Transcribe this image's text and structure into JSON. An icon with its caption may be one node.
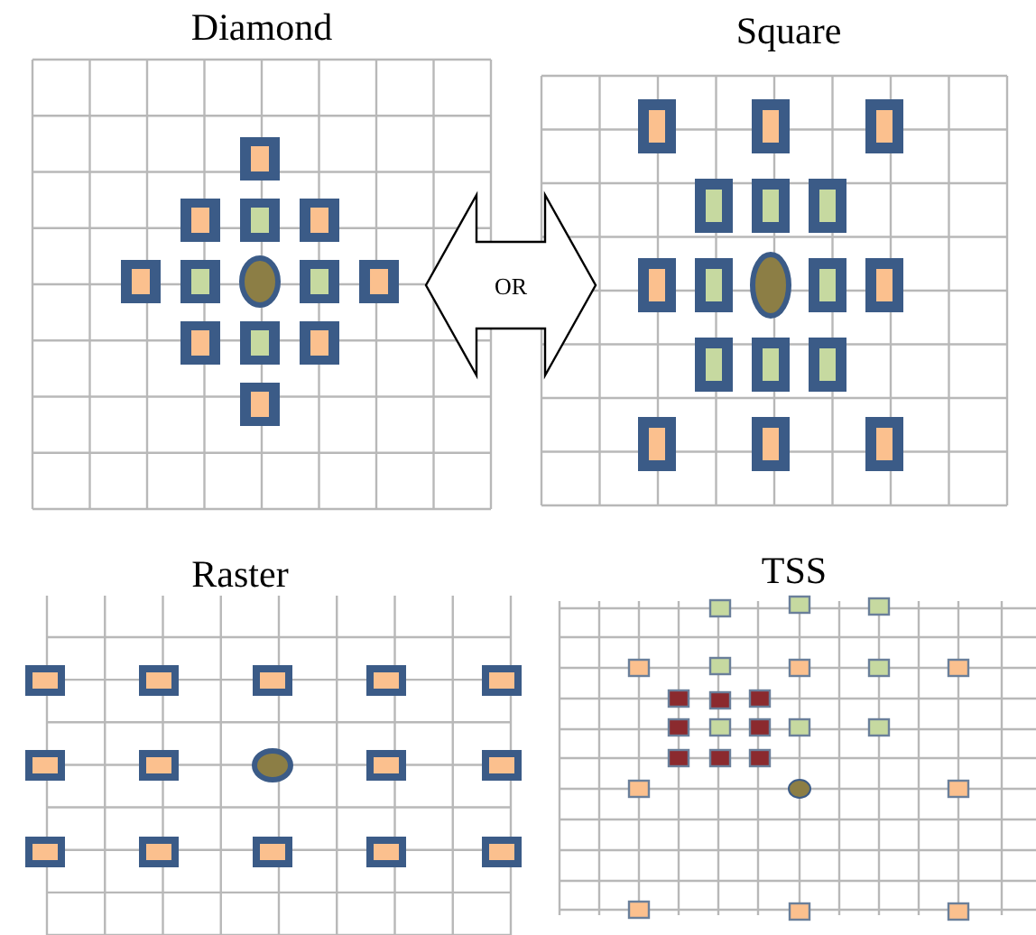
{
  "diagram": {
    "nodes": [
      {
        "text": [
          "Diamond"
        ]
      },
      {
        "text": [
          "Square"
        ]
      },
      {
        "text": [
          "Raster"
        ]
      },
      {
        "text": [
          "TSS"
        ]
      }
    ],
    "edges": [
      {
        "from": 0,
        "to": 1,
        "arrow": "both",
        "label": "OR"
      }
    ]
  }
}
